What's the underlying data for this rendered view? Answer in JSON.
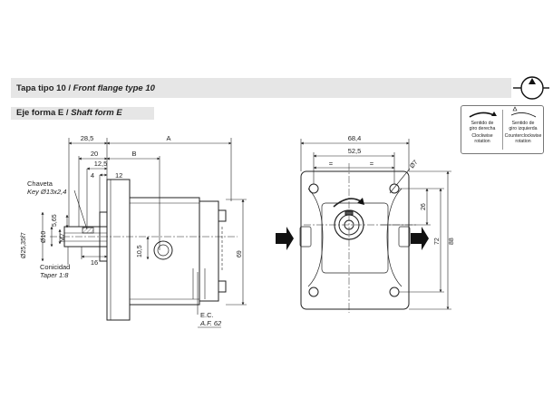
{
  "header": {
    "title_es": "Tapa tipo 10 /",
    "title_en": "Front flange type 10",
    "subtitle_es": "Eje forma E /",
    "subtitle_en": "Shaft form E"
  },
  "legend": {
    "cw_line1": "Sentido de",
    "cw_line2": "giro derecha",
    "cw_line3": "Clockwise",
    "cw_line4": "rotation",
    "ccw_line1": "Sentido de",
    "ccw_line2": "giro izquierda",
    "ccw_line3": "Counterclockwise",
    "ccw_line4": "rotation"
  },
  "side_view": {
    "dim_28_5": "28,5",
    "dim_A": "A",
    "dim_20": "20",
    "dim_B": "B",
    "dim_12_5": "12,5",
    "dim_4": "4",
    "dim_12": "12",
    "chaveta_es": "Chaveta",
    "chaveta_en": "Key Ø13x2,4",
    "dim_5_65": "5,65",
    "dim_d25": "Ø25,35f7",
    "dim_d10": "Ø10",
    "dim_m7": "M7",
    "dim_16": "16",
    "conicidad_es": "Conicidad",
    "conicidad_en": "Taper 1:8",
    "dim_10_5": "10,5",
    "dim_69": "69",
    "ec": "E.C.",
    "af": "A.F. 62"
  },
  "front_view": {
    "dim_68_4": "68,4",
    "dim_52_5": "52,5",
    "eq": "=",
    "dim_d7": "Ø7",
    "dim_26": "26",
    "dim_72": "72",
    "dim_88": "88"
  }
}
